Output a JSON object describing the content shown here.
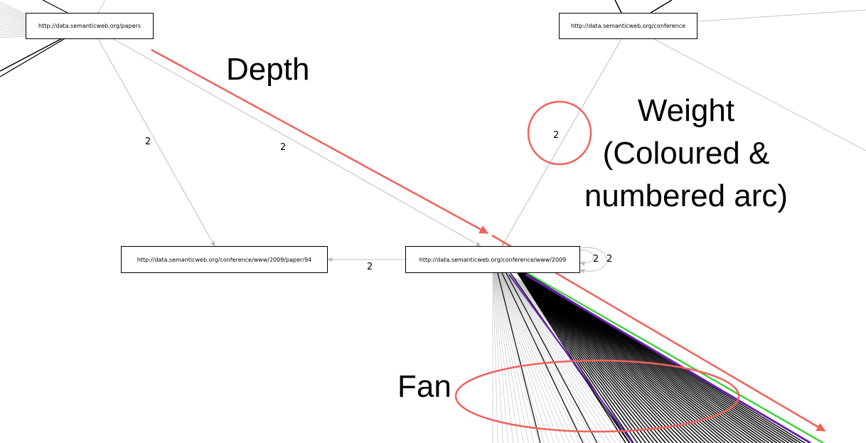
{
  "nodes": {
    "papers": "http://data.semanticweb.org/papers",
    "conference": "http://data.semanticweb.org/conference",
    "paper94": "http://data.semanticweb.org/conference/www/2009/paper/94",
    "www2009": "http://data.semanticweb.org/conference/www/2009"
  },
  "edge_weights": {
    "papers_to_paper94": "2",
    "papers_to_www2009": "2",
    "conference_to_www2009": "2",
    "www2009_to_paper94": "2",
    "self_loop_inner": "2",
    "self_loop_outer": "2"
  },
  "annotations": {
    "depth": "Depth",
    "fan": "Fan",
    "weight_line1": "Weight",
    "weight_line2": "(Coloured &",
    "weight_line3": "numbered arc)"
  },
  "colors": {
    "annotation": "#f0625a",
    "edge": "#bdbdbd",
    "fan_dark": "#000000",
    "fan_purple": "#6a1fb3",
    "fan_green": "#3ad23a"
  }
}
